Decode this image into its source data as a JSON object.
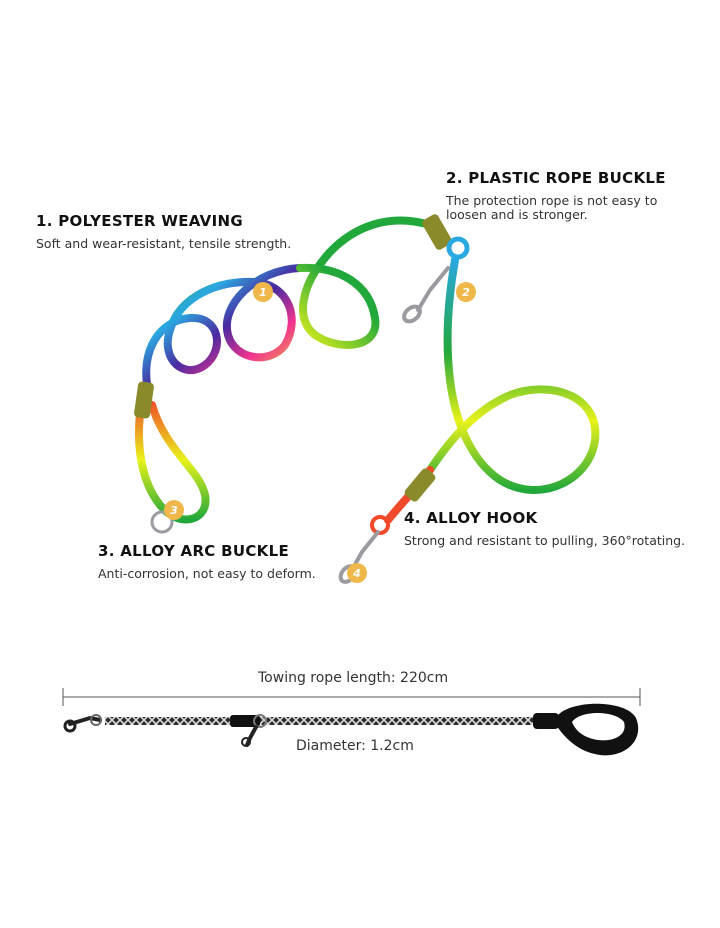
{
  "features": [
    {
      "number": "1",
      "title": "1. POLYESTER WEAVING",
      "description": "Soft and wear-resistant, tensile strength."
    },
    {
      "number": "2",
      "title": "2. PLASTIC ROPE BUCKLE",
      "description": "The protection rope is not easy to loosen and is stronger."
    },
    {
      "number": "3",
      "title": "3. ALLOY ARC BUCKLE",
      "description": "Anti-corrosion, not easy to deform."
    },
    {
      "number": "4",
      "title": "4. ALLOY HOOK",
      "description": "Strong and resistant to pulling, 360°rotating."
    }
  ],
  "dimensions": {
    "length_label": "Towing rope length: 220cm",
    "diameter_label": "Diameter: 1.2cm"
  },
  "colors": {
    "badge": "#f0b84a",
    "rope_green": "#22a83a",
    "rope_yellow": "#e8f21a",
    "rope_red": "#f04a2a",
    "rope_pink": "#f2338f",
    "rope_blue": "#2aa8e0",
    "rope_purple": "#4a2aa0",
    "connector_olive": "#8a8a2a",
    "metal": "#9a9aa0"
  },
  "icons": [
    "snap-hook-icon",
    "d-ring-icon",
    "padded-handle-icon"
  ]
}
